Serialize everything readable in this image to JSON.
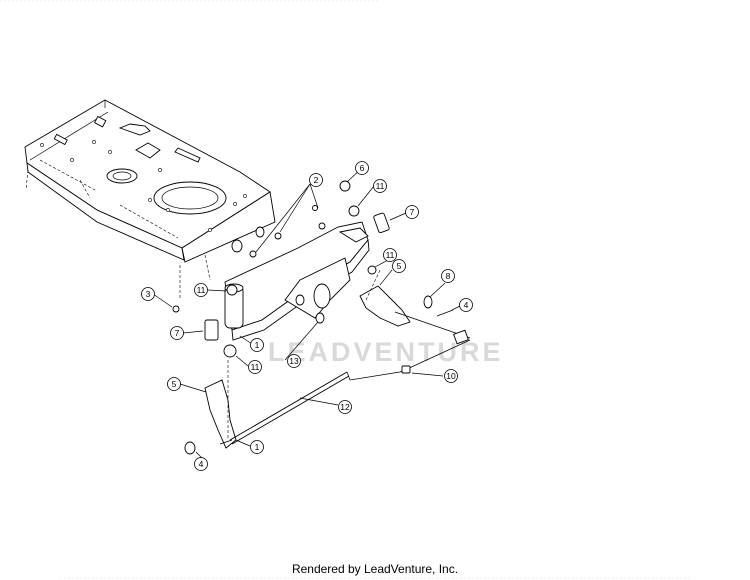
{
  "callouts": [
    {
      "id": "c2",
      "label": "2"
    },
    {
      "id": "c6",
      "label": "6"
    },
    {
      "id": "c11a",
      "label": "11"
    },
    {
      "id": "c7a",
      "label": "7"
    },
    {
      "id": "c11b",
      "label": "11"
    },
    {
      "id": "c5a",
      "label": "5"
    },
    {
      "id": "c8",
      "label": "8"
    },
    {
      "id": "c4a",
      "label": "4"
    },
    {
      "id": "c3",
      "label": "3"
    },
    {
      "id": "c11c",
      "label": "11"
    },
    {
      "id": "c7b",
      "label": "7"
    },
    {
      "id": "c1a",
      "label": "1"
    },
    {
      "id": "c13",
      "label": "13"
    },
    {
      "id": "c11d",
      "label": "11"
    },
    {
      "id": "c10",
      "label": "10"
    },
    {
      "id": "c5b",
      "label": "5"
    },
    {
      "id": "c12",
      "label": "12"
    },
    {
      "id": "c1b",
      "label": "1"
    },
    {
      "id": "c4b",
      "label": "4"
    }
  ],
  "watermark": "LEADVENTURE",
  "footer": "Rendered by LeadVenture, Inc."
}
